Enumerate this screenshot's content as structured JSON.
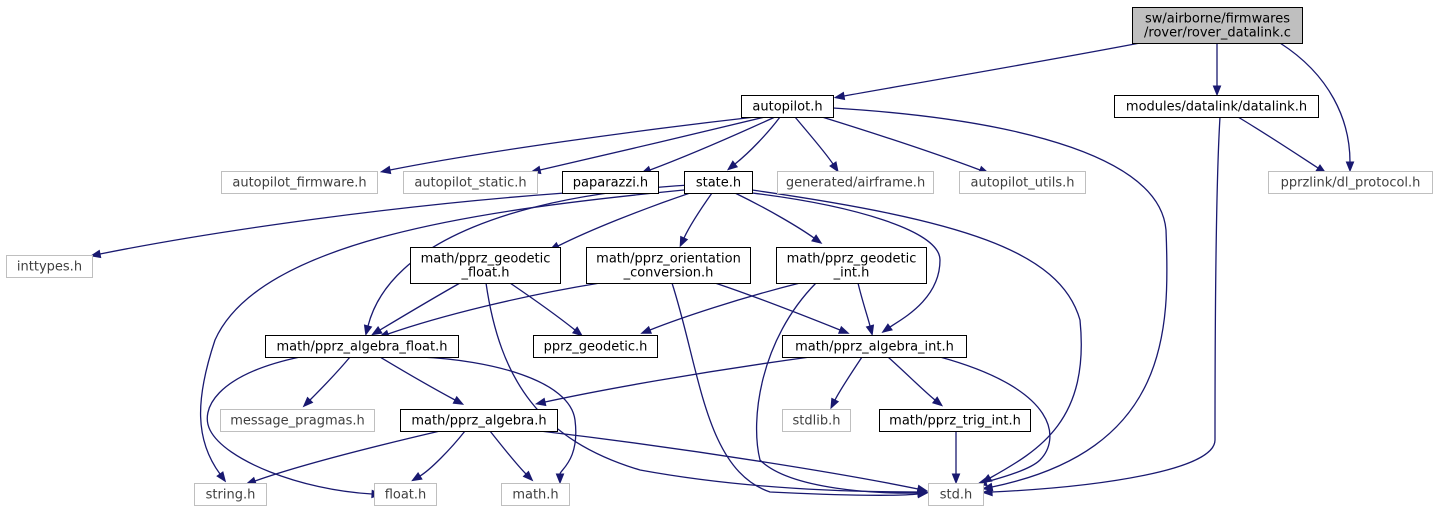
{
  "diagram": {
    "colors": {
      "root_fill": "#bfbfbf",
      "node_border": "#000000",
      "external_border": "#bfbfbf",
      "external_text": "#3f3f3f",
      "edge": "#191970"
    },
    "nodes": [
      {
        "id": "root",
        "lines": [
          "sw/airborne/firmwares",
          "/rover/rover_datalink.c"
        ],
        "kind": "root"
      },
      {
        "id": "autopilot",
        "lines": [
          "autopilot.h"
        ],
        "kind": "internal"
      },
      {
        "id": "datalink",
        "lines": [
          "modules/datalink/datalink.h"
        ],
        "kind": "internal"
      },
      {
        "id": "ap_firmware",
        "lines": [
          "autopilot_firmware.h"
        ],
        "kind": "external"
      },
      {
        "id": "ap_static",
        "lines": [
          "autopilot_static.h"
        ],
        "kind": "external"
      },
      {
        "id": "paparazzi",
        "lines": [
          "paparazzi.h"
        ],
        "kind": "internal"
      },
      {
        "id": "state",
        "lines": [
          "state.h"
        ],
        "kind": "internal"
      },
      {
        "id": "airframe",
        "lines": [
          "generated/airframe.h"
        ],
        "kind": "external"
      },
      {
        "id": "ap_utils",
        "lines": [
          "autopilot_utils.h"
        ],
        "kind": "external"
      },
      {
        "id": "dl_protocol",
        "lines": [
          "pprzlink/dl_protocol.h"
        ],
        "kind": "external"
      },
      {
        "id": "inttypes",
        "lines": [
          "inttypes.h"
        ],
        "kind": "external"
      },
      {
        "id": "geo_float",
        "lines": [
          "math/pprz_geodetic",
          "_float.h"
        ],
        "kind": "internal"
      },
      {
        "id": "orient",
        "lines": [
          "math/pprz_orientation",
          "_conversion.h"
        ],
        "kind": "internal"
      },
      {
        "id": "geo_int",
        "lines": [
          "math/pprz_geodetic",
          "_int.h"
        ],
        "kind": "internal"
      },
      {
        "id": "alg_float",
        "lines": [
          "math/pprz_algebra_float.h"
        ],
        "kind": "internal"
      },
      {
        "id": "geodetic",
        "lines": [
          "pprz_geodetic.h"
        ],
        "kind": "internal"
      },
      {
        "id": "alg_int",
        "lines": [
          "math/pprz_algebra_int.h"
        ],
        "kind": "internal"
      },
      {
        "id": "msg_pragmas",
        "lines": [
          "message_pragmas.h"
        ],
        "kind": "external"
      },
      {
        "id": "alg",
        "lines": [
          "math/pprz_algebra.h"
        ],
        "kind": "internal"
      },
      {
        "id": "stdlib",
        "lines": [
          "stdlib.h"
        ],
        "kind": "external"
      },
      {
        "id": "trig_int",
        "lines": [
          "math/pprz_trig_int.h"
        ],
        "kind": "internal"
      },
      {
        "id": "string",
        "lines": [
          "string.h"
        ],
        "kind": "external"
      },
      {
        "id": "float",
        "lines": [
          "float.h"
        ],
        "kind": "external"
      },
      {
        "id": "math",
        "lines": [
          "math.h"
        ],
        "kind": "external"
      },
      {
        "id": "std",
        "lines": [
          "std.h"
        ],
        "kind": "external"
      }
    ],
    "edges": [
      {
        "from": "root",
        "to": "autopilot"
      },
      {
        "from": "root",
        "to": "datalink"
      },
      {
        "from": "root",
        "to": "dl_protocol"
      },
      {
        "from": "autopilot",
        "to": "ap_firmware"
      },
      {
        "from": "autopilot",
        "to": "ap_static"
      },
      {
        "from": "autopilot",
        "to": "paparazzi"
      },
      {
        "from": "autopilot",
        "to": "state"
      },
      {
        "from": "autopilot",
        "to": "airframe"
      },
      {
        "from": "autopilot",
        "to": "ap_utils"
      },
      {
        "from": "autopilot",
        "to": "std"
      },
      {
        "from": "datalink",
        "to": "dl_protocol"
      },
      {
        "from": "datalink",
        "to": "std"
      },
      {
        "from": "paparazzi",
        "to": "inttypes"
      },
      {
        "from": "state",
        "to": "geo_float"
      },
      {
        "from": "state",
        "to": "orient"
      },
      {
        "from": "state",
        "to": "geo_int"
      },
      {
        "from": "state",
        "to": "alg_float"
      },
      {
        "from": "state",
        "to": "alg_int"
      },
      {
        "from": "state",
        "to": "string"
      },
      {
        "from": "state",
        "to": "std"
      },
      {
        "from": "geo_float",
        "to": "alg_float"
      },
      {
        "from": "geo_float",
        "to": "geodetic"
      },
      {
        "from": "geo_float",
        "to": "std"
      },
      {
        "from": "orient",
        "to": "alg_float"
      },
      {
        "from": "orient",
        "to": "alg_int"
      },
      {
        "from": "orient",
        "to": "std"
      },
      {
        "from": "geo_int",
        "to": "geodetic"
      },
      {
        "from": "geo_int",
        "to": "alg_int"
      },
      {
        "from": "geo_int",
        "to": "std"
      },
      {
        "from": "alg_float",
        "to": "msg_pragmas"
      },
      {
        "from": "alg_float",
        "to": "alg"
      },
      {
        "from": "alg_float",
        "to": "float"
      },
      {
        "from": "alg_float",
        "to": "math"
      },
      {
        "from": "alg_int",
        "to": "alg"
      },
      {
        "from": "alg_int",
        "to": "stdlib"
      },
      {
        "from": "alg_int",
        "to": "trig_int"
      },
      {
        "from": "alg_int",
        "to": "std"
      },
      {
        "from": "alg",
        "to": "string"
      },
      {
        "from": "alg",
        "to": "float"
      },
      {
        "from": "alg",
        "to": "math"
      },
      {
        "from": "alg",
        "to": "std"
      },
      {
        "from": "trig_int",
        "to": "std"
      }
    ]
  }
}
